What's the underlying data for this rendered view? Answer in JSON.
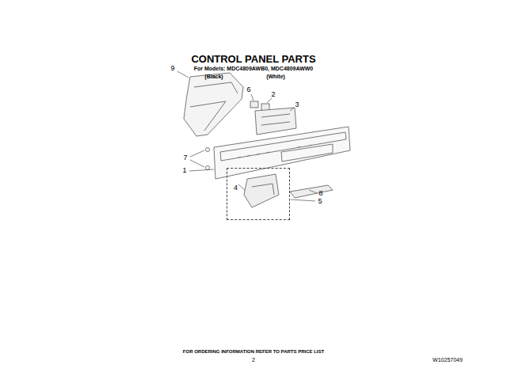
{
  "diagram": {
    "title": "CONTROL PANEL PARTS",
    "nodes": [
      {
        "text": [
          "4"
        ]
      }
    ],
    "labels": [
      "For Models: MDC4809AWB0, MDC4809AWW0",
      "(Black)",
      "(White)",
      "6",
      "2",
      "3",
      "9",
      "7",
      "1",
      "8",
      "5",
      "FOR ORDERING INFORMATION REFER TO PARTS PRICE LIST",
      "2",
      "W10257049"
    ]
  }
}
